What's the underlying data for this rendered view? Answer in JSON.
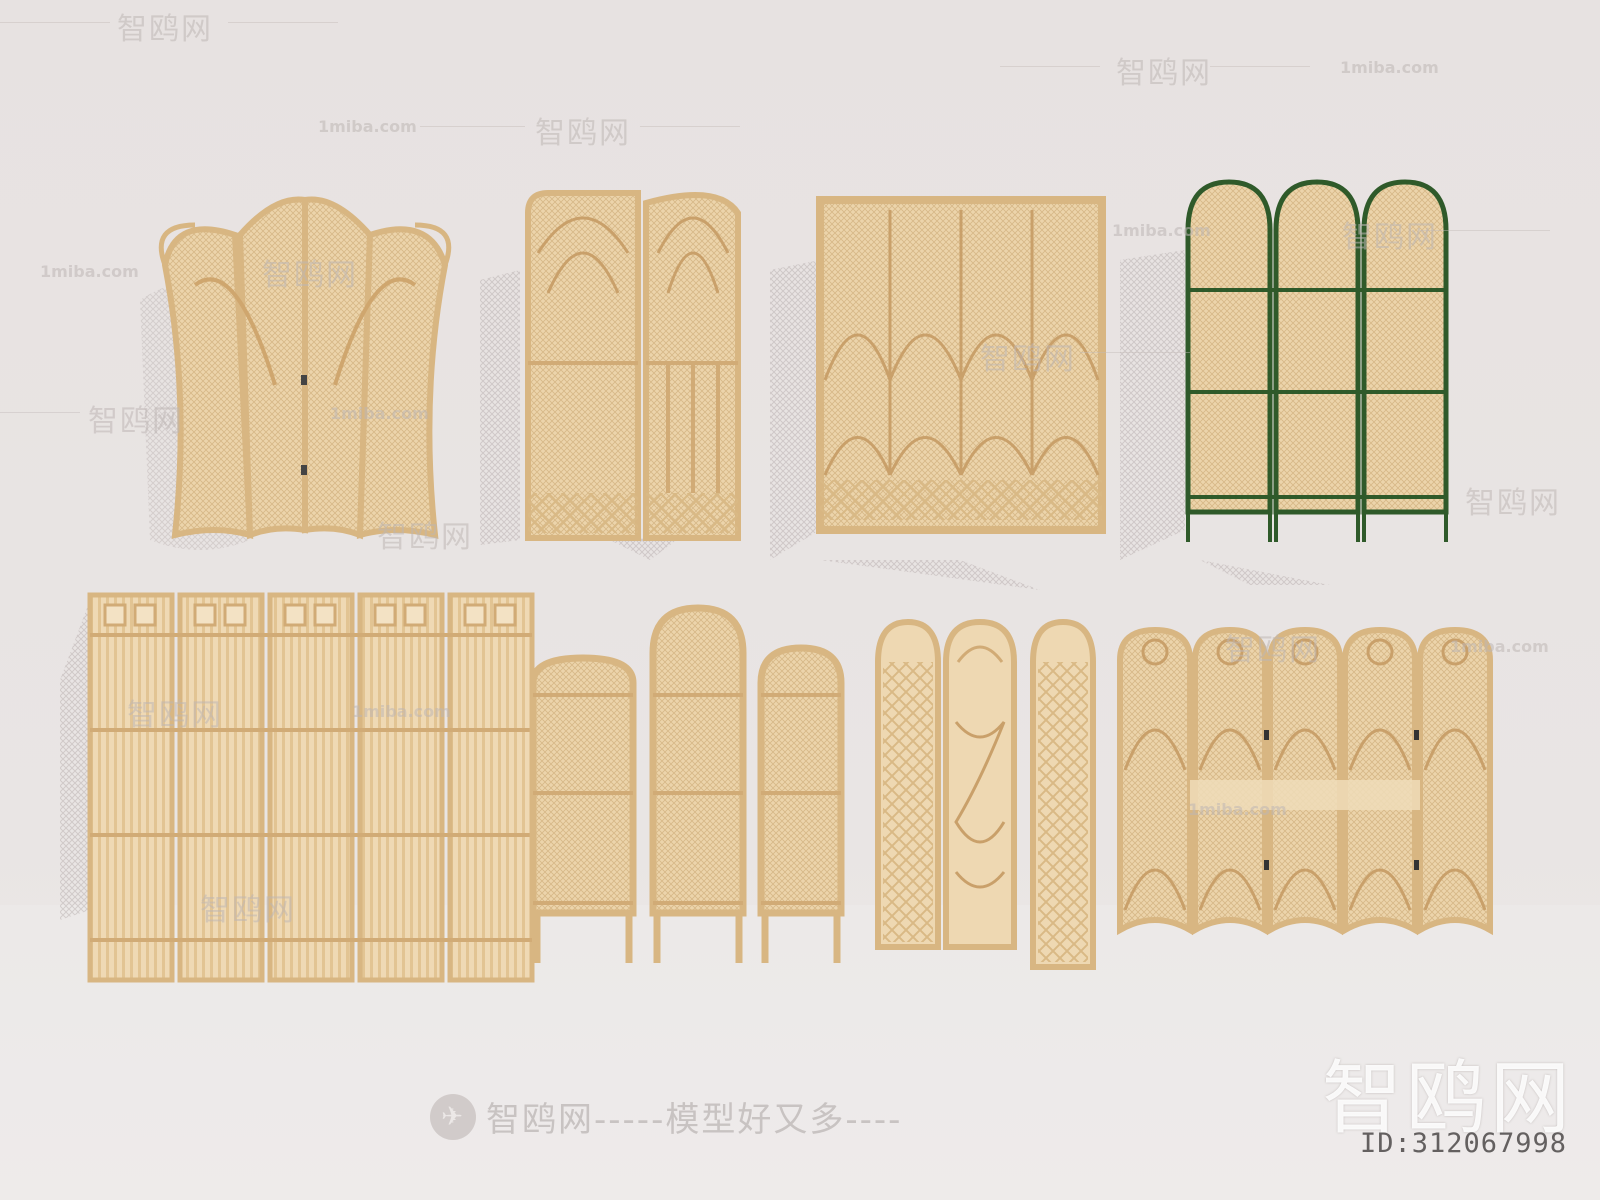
{
  "watermarks": {
    "cn_brand": "智鸥网",
    "site": "1miba.com",
    "slogan": "智鸥网-----模型好又多----",
    "big_logo": "智鸥网",
    "id": "ID:312067998"
  },
  "colors": {
    "rattan": "#ead2a9",
    "rattan_dark": "#cfae7a",
    "frame_green": "#2f5a2a",
    "background": "#e8e4e3"
  },
  "items": [
    {
      "name": "butterfly-rattan-screen",
      "panels": 4,
      "frame": "natural"
    },
    {
      "name": "gothic-arch-rattan-screen",
      "panels": 2,
      "frame": "natural"
    },
    {
      "name": "square-arch-rattan-screen",
      "panels": 4,
      "frame": "natural"
    },
    {
      "name": "green-frame-oval-screen",
      "panels": 3,
      "frame": "green"
    },
    {
      "name": "slatted-bamboo-screen",
      "panels": 5,
      "frame": "natural"
    },
    {
      "name": "arched-cane-screen",
      "panels": 3,
      "frame": "natural"
    },
    {
      "name": "lattice-arch-screen",
      "panels": 3,
      "frame": "natural"
    },
    {
      "name": "scalloped-cane-screen",
      "panels": 5,
      "frame": "natural"
    }
  ]
}
